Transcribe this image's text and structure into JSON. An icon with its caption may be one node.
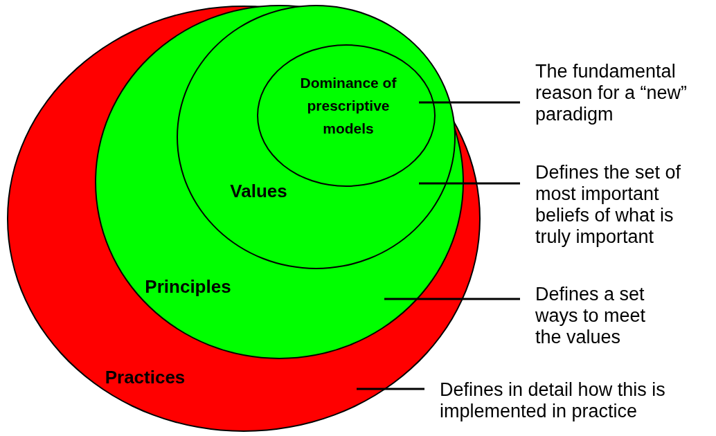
{
  "diagram": {
    "nodes": [
      {
        "text": [
          "Practices"
        ]
      },
      {
        "text": [
          "Principles"
        ],
        "in": 0
      },
      {
        "text": [
          "Values"
        ],
        "in": 1
      },
      {
        "text": [
          "Dominance of prescriptive models"
        ],
        "in": 2
      },
      {
        "text": [
          "The fundamental reason for a “new” paradigm"
        ]
      },
      {
        "text": [
          "Defines the set of most important beliefs of what is truly important"
        ]
      },
      {
        "text": [
          "Defines a set ways to meet the values"
        ]
      },
      {
        "text": [
          "Defines in detail how this is implemented in practice"
        ]
      }
    ],
    "edges": [
      {
        "from": 4,
        "to": 3,
        "arrow": "none"
      },
      {
        "from": 5,
        "to": 2,
        "arrow": "none"
      },
      {
        "from": 6,
        "to": 1,
        "arrow": "none"
      },
      {
        "from": 7,
        "to": 0,
        "arrow": "none"
      }
    ]
  }
}
